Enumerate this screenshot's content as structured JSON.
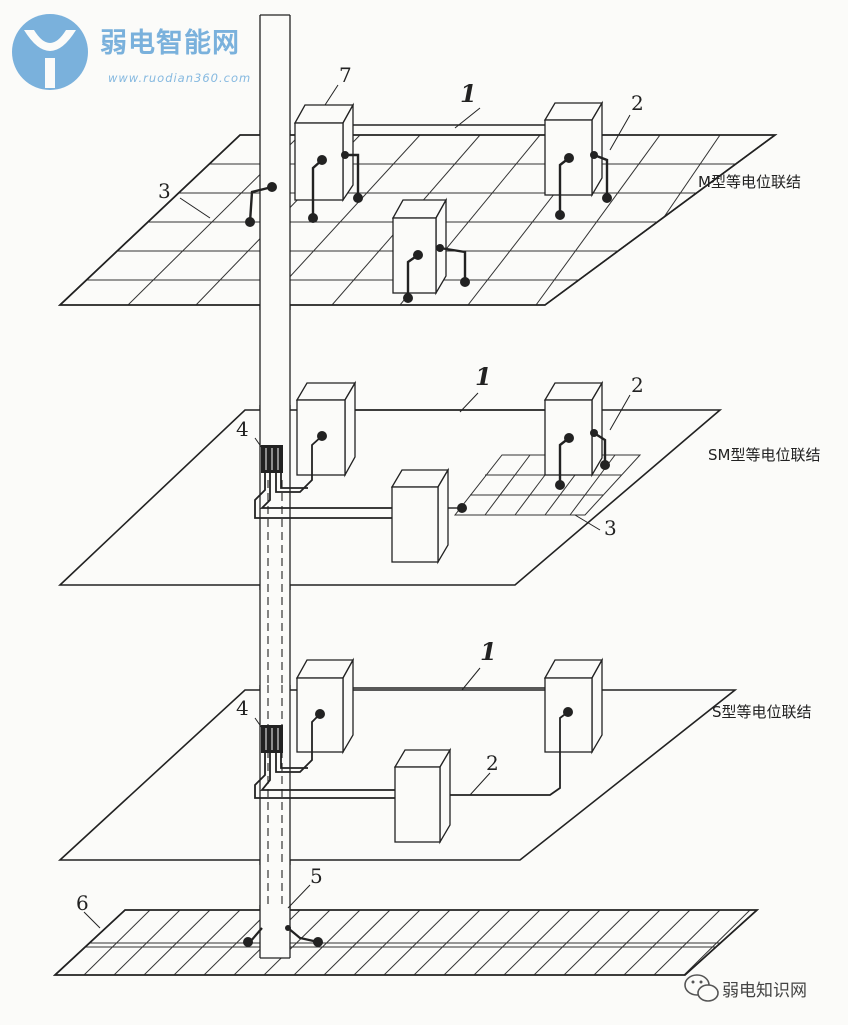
{
  "logo": {
    "name": "弱电智能网",
    "url": "www.ruodian360.com",
    "color": "#7ab1dc"
  },
  "watermark": {
    "text": "弱电知识网",
    "icon": "wechat-icon"
  },
  "floors": [
    {
      "title": "M型等电位联结",
      "callout_1": "1",
      "callout_2": "2",
      "callout_3": "3",
      "callout_7": "7"
    },
    {
      "title": "SM型等电位联结",
      "callout_1": "1",
      "callout_2": "2",
      "callout_3": "3",
      "callout_4": "4"
    },
    {
      "title": "S型等电位联结",
      "callout_1": "1",
      "callout_2": "2",
      "callout_4": "4"
    }
  ],
  "ground": {
    "callout_5": "5",
    "callout_6": "6"
  }
}
